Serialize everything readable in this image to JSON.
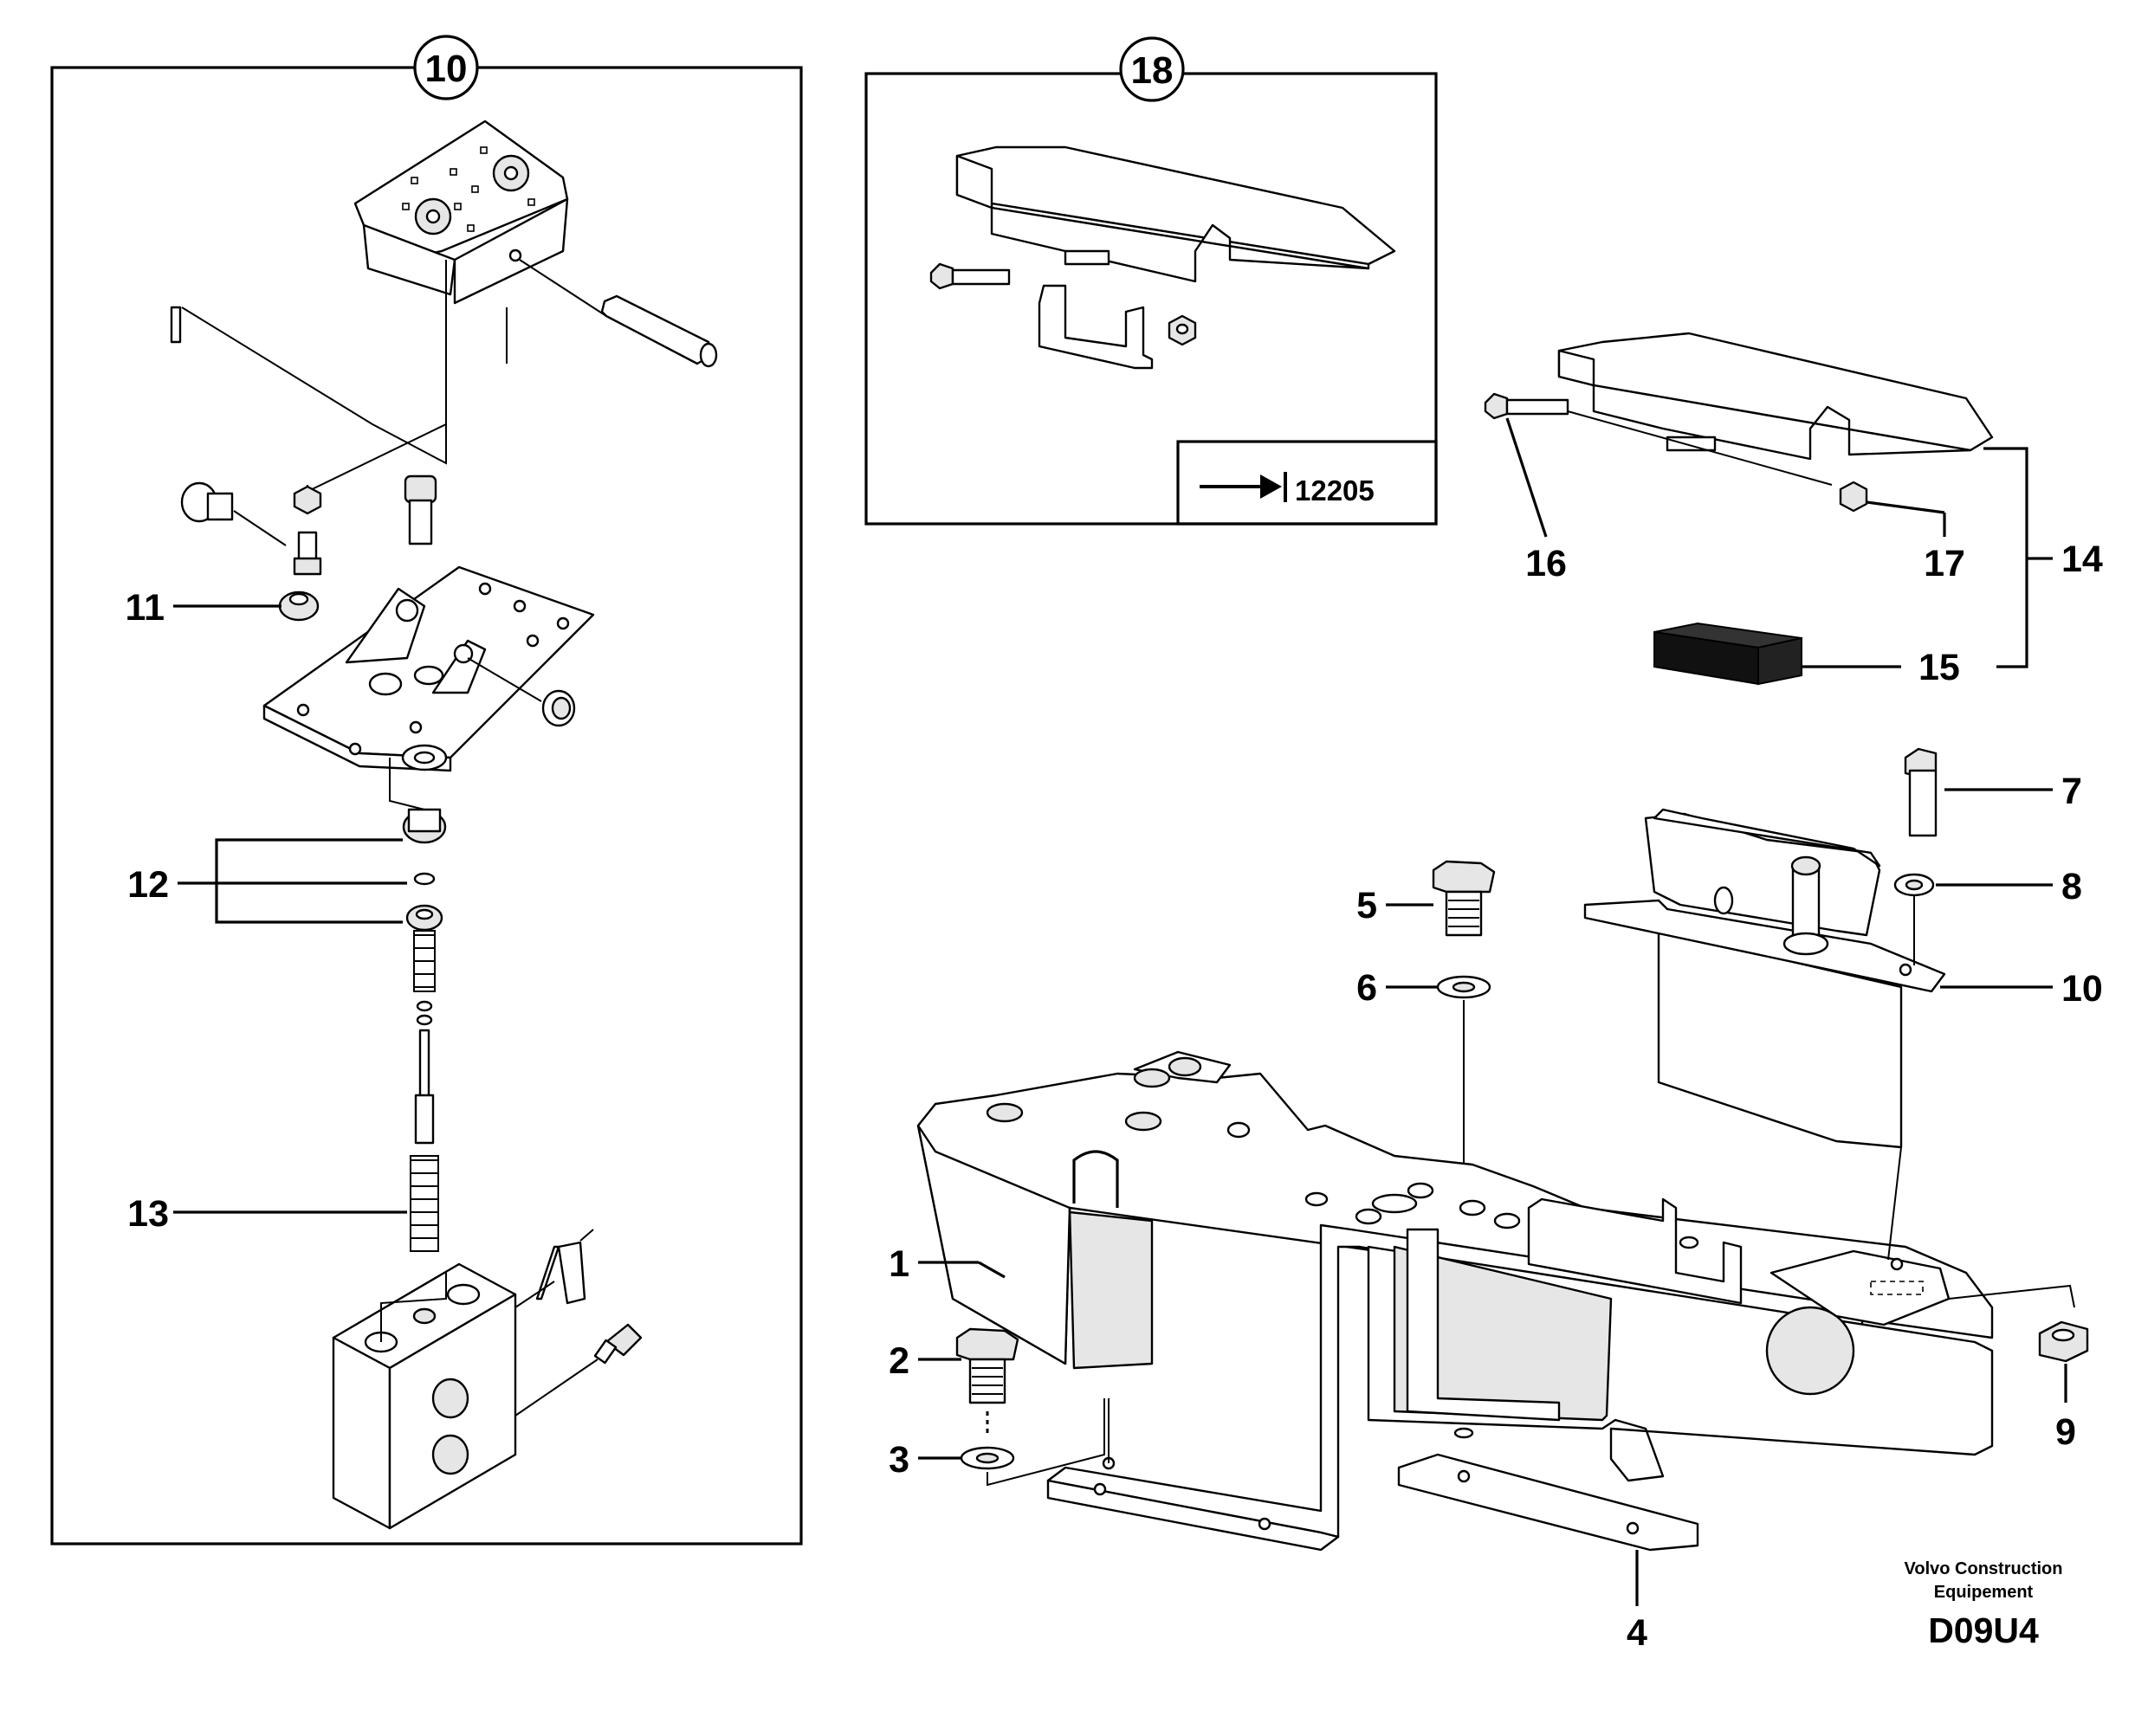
{
  "diagram": {
    "groups": {
      "left_box": {
        "number": "10"
      },
      "top_box": {
        "number": "18",
        "reference_code": "12205"
      }
    },
    "labels": {
      "l1": "1",
      "l2": "2",
      "l3": "3",
      "l4": "4",
      "l5": "5",
      "l6": "6",
      "l7": "7",
      "l8": "8",
      "l9": "9",
      "l10": "10",
      "l11": "11",
      "l12": "12",
      "l13": "13",
      "l14": "14",
      "l15": "15",
      "l16": "16",
      "l17": "17"
    },
    "footer": {
      "manufacturer_line1": "Volvo Construction",
      "manufacturer_line2": "Equipement",
      "drawing_id": "D09U4"
    }
  }
}
